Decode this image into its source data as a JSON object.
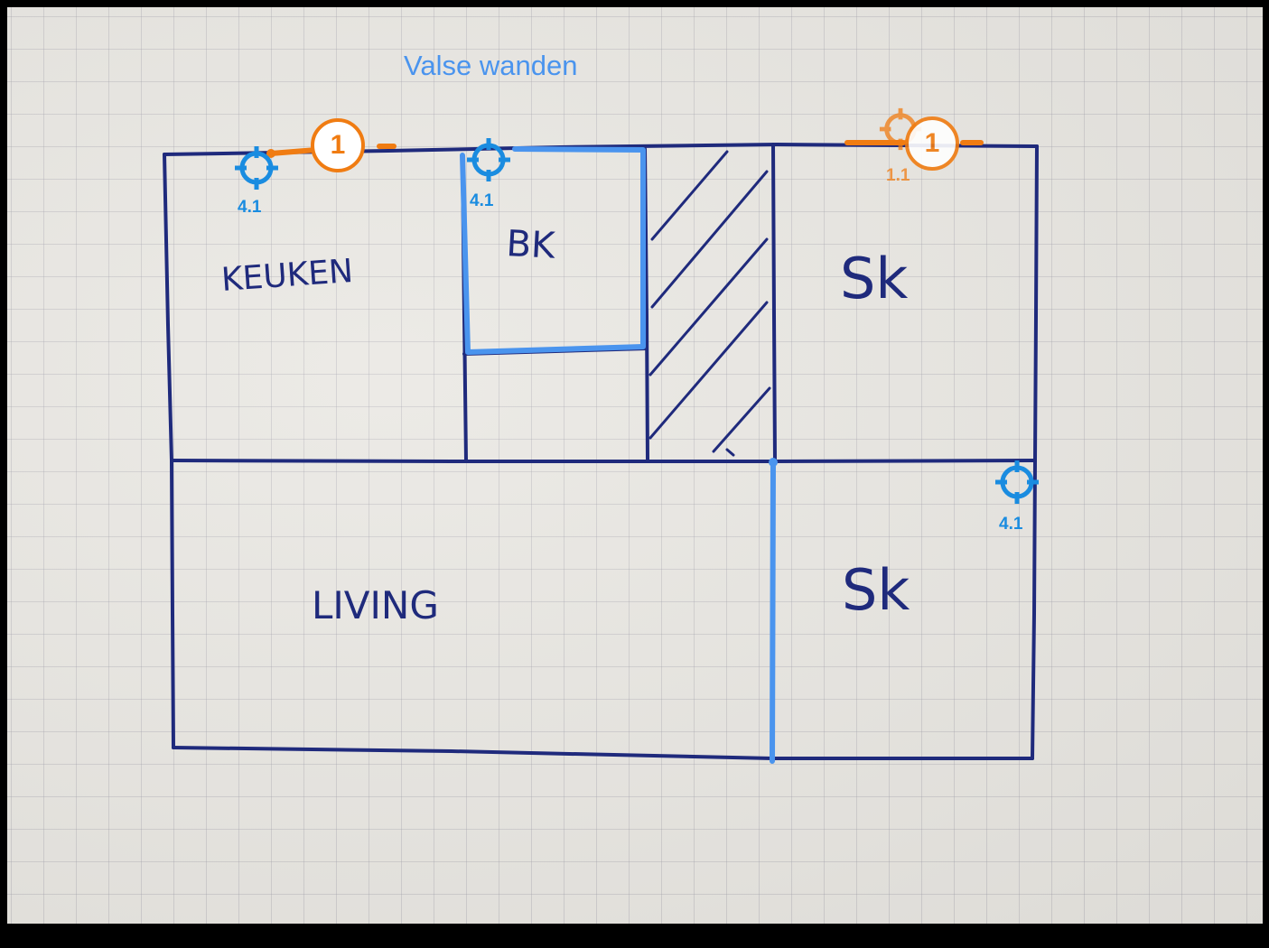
{
  "title": "Valse wanden",
  "colors": {
    "pen": "#1f2a7c",
    "overlay_blue": "#4a94ee",
    "marker_blue": "#1a8ce0",
    "marker_orange": "#f07c12"
  },
  "rooms": {
    "keuken": "KEUKEN",
    "bk": "BK",
    "sk_top": "Sk",
    "living": "LIVING",
    "sk_bottom": "Sk"
  },
  "markers": [
    {
      "label": "4.1",
      "color": "blue",
      "icon": "crosshair-icon"
    },
    {
      "label": "4.1",
      "color": "blue",
      "icon": "crosshair-icon"
    },
    {
      "label": "4.1",
      "color": "blue",
      "icon": "crosshair-icon"
    },
    {
      "label": "1.1",
      "color": "orange",
      "icon": "crosshair-icon"
    }
  ],
  "badges": [
    {
      "text": "1"
    },
    {
      "text": "1"
    }
  ]
}
